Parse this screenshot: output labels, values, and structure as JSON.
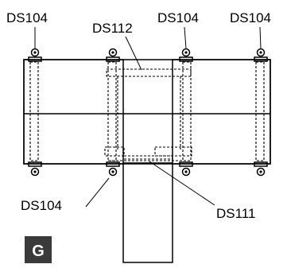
{
  "labels": {
    "ds104_top_1": "DS104",
    "ds112": "DS112",
    "ds104_top_2": "DS104",
    "ds104_top_3": "DS104",
    "ds104_bottom": "DS104",
    "ds111": "DS111"
  },
  "badge": {
    "letter": "G",
    "color": "#3a3a3a"
  }
}
